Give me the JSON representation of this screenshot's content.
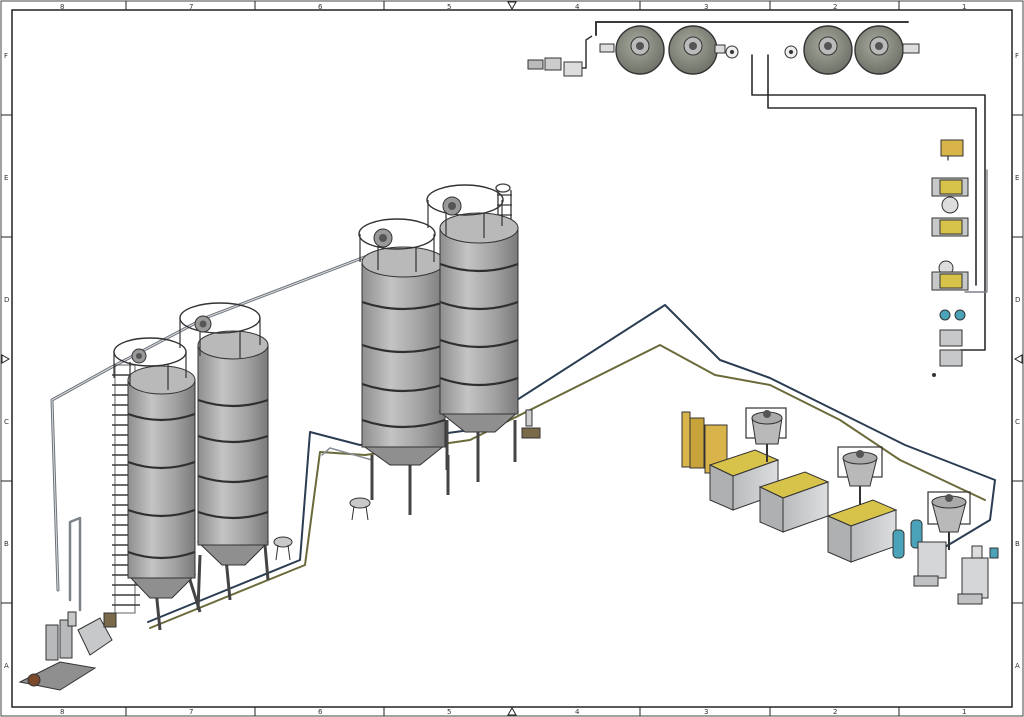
{
  "drawing": {
    "columns": [
      "8",
      "7",
      "6",
      "5",
      "4",
      "3",
      "2",
      "1"
    ],
    "rows": [
      "F",
      "E",
      "D",
      "C",
      "B",
      "A"
    ]
  },
  "colors": {
    "border": "#222222",
    "silo_body": "#a9a9a9",
    "silo_band": "#2f2f2f",
    "cage": "#3a3a3a",
    "pipe_dark": "#2b3d52",
    "pipe_olive": "#6b6a3a",
    "pipe_grey": "#7d8289",
    "tank_top": "#8c8f86",
    "yellow_equipment": "#d8c34a",
    "cyan_filter": "#4aa3b8",
    "cabinet": "#c6c8c9"
  },
  "components": {
    "silos": [
      "silo-1",
      "silo-2",
      "silo-3",
      "silo-4"
    ],
    "mixers": [
      "mixer-1",
      "mixer-2",
      "mixer-3"
    ],
    "top_tanks": [
      "tank-1",
      "tank-2",
      "tank-3",
      "tank-4"
    ]
  }
}
